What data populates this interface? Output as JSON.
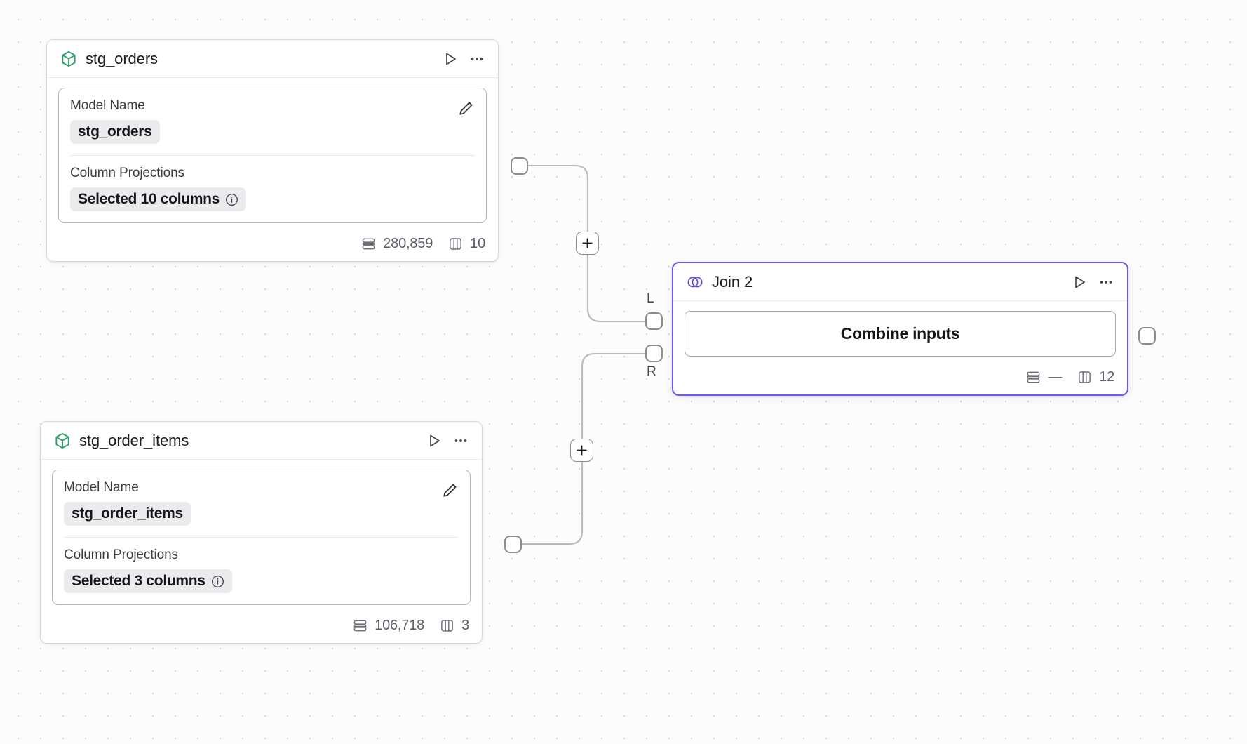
{
  "canvas": {
    "background_color": "#fcfcfd",
    "grid_dot_color": "#d4d4d8",
    "edge_color": "#b9b9bd"
  },
  "nodes": [
    {
      "id": "stg_orders",
      "type": "model",
      "title": "stg_orders",
      "icon": "cube-icon",
      "accent": "#2f9e69",
      "selected": false,
      "fields": [
        {
          "label": "Model Name",
          "value": "stg_orders",
          "has_info": false
        },
        {
          "label": "Column Projections",
          "value": "Selected 10 columns",
          "has_info": true
        }
      ],
      "footer": {
        "rows_icon": "rows-icon",
        "rows": "280,859",
        "cols_icon": "columns-icon",
        "cols": "10"
      }
    },
    {
      "id": "stg_order_items",
      "type": "model",
      "title": "stg_order_items",
      "icon": "cube-icon",
      "accent": "#2f9e69",
      "selected": false,
      "fields": [
        {
          "label": "Model Name",
          "value": "stg_order_items",
          "has_info": false
        },
        {
          "label": "Column Projections",
          "value": "Selected 3 columns",
          "has_info": true
        }
      ],
      "footer": {
        "rows_icon": "rows-icon",
        "rows": "106,718",
        "cols_icon": "columns-icon",
        "cols": "3"
      }
    },
    {
      "id": "join_2",
      "type": "join",
      "title": "Join 2",
      "icon": "venn-icon",
      "accent": "#5b4ce0",
      "selected": true,
      "action_label": "Combine inputs",
      "input_ports": [
        {
          "id": "left",
          "label": "L"
        },
        {
          "id": "right",
          "label": "R"
        }
      ],
      "footer": {
        "rows_icon": "rows-icon",
        "rows": "—",
        "cols_icon": "columns-icon",
        "cols": "12"
      }
    }
  ],
  "node_actions": {
    "run_label": "run-node",
    "more_label": "more-options",
    "edit_label": "edit-field",
    "info_label": "more-info"
  },
  "edges": [
    {
      "id": "edge-orders-to-left",
      "from": "stg_orders",
      "to": "join_2.left",
      "add_button": "+"
    },
    {
      "id": "edge-items-to-right",
      "from": "stg_order_items",
      "to": "join_2.right",
      "add_button": "+"
    }
  ],
  "edge_add_button_label": "+"
}
